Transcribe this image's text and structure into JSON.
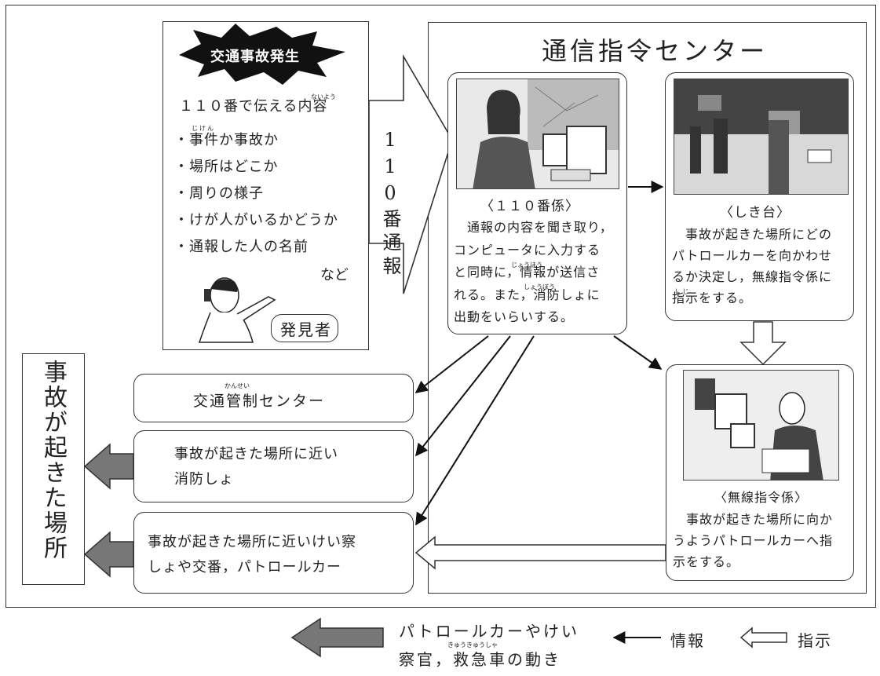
{
  "center": {
    "title": "通信指令センター"
  },
  "discovery": {
    "burst_label": "交通事故発生",
    "heading": "１１０番で伝える内容",
    "heading_ruby": "ないよう",
    "items": [
      "・事件か事故か",
      "・場所はどこか",
      "・周りの様子",
      "・けが人がいるかどうか",
      "・通報した人の名前"
    ],
    "item0_ruby": "じけん",
    "etc": "など",
    "person_label": "発見者"
  },
  "report_arrow_label": "110番通報",
  "operator": {
    "title": "〈１１０番係〉",
    "lines": [
      "　通報の内容を聞き取り，",
      "コンピュータに入力する",
      "と同時に，情報が送信さ",
      "れる。また，消防しょに",
      "出動をいらいする。"
    ],
    "ruby_joho": "じょうほう",
    "ruby_shobo": "しょうぼう"
  },
  "commander": {
    "title": "〈しき台〉",
    "lines": [
      "　事故が起きた場所にどの",
      "パトロールカーを向かわせ",
      "るか決定し，無線指令係に",
      "指示をする。"
    ],
    "ruby_shiji": "し じ"
  },
  "radio": {
    "title": "〈無線指令係〉",
    "lines": [
      "　事故が起きた場所に向か",
      "うようパトロールカーへ指",
      "示をする。"
    ]
  },
  "targets": {
    "traffic": "交通管制センター",
    "traffic_ruby": "かんせい",
    "fire": [
      "事故が起きた場所に近い",
      "消防しょ"
    ],
    "police": [
      "事故が起きた場所に近いけい察",
      "しょや交番，パトロールカー"
    ]
  },
  "site_label": "事故が起きた場所",
  "legend": {
    "movement": [
      "パトロールカーやけい",
      "察官，救急車の動き"
    ],
    "movement_ruby": "きゅうきゅうしゃ",
    "info": "情報",
    "instruction": "指示"
  }
}
